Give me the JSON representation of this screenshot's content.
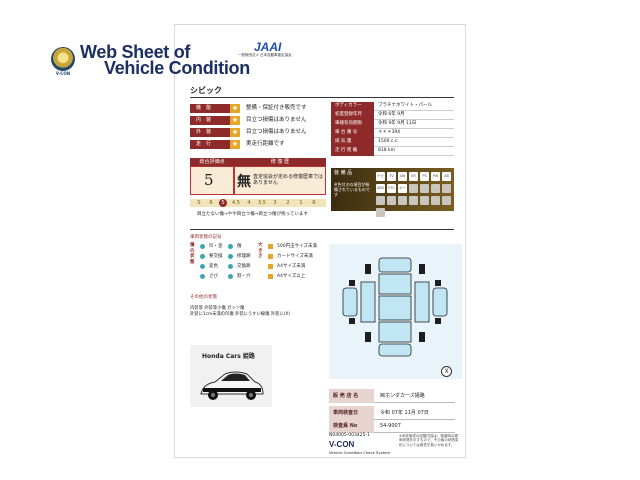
{
  "header": {
    "logo_label": "V-CON",
    "title_line1": "Web Sheet of",
    "title_line2": "Vehicle Condition",
    "org_name": "JAAI",
    "org_subtitle": "一般財団法人 日本自動車査定協会"
  },
  "car_name": "シビック",
  "status_rows": [
    {
      "label": "機　能",
      "text": "整備・保証付き販売です"
    },
    {
      "label": "内　装",
      "text": "目立つ損傷はありません"
    },
    {
      "label": "外　装",
      "text": "目立つ損傷はありません"
    },
    {
      "label": "走　行",
      "text": "実走行距離です"
    }
  ],
  "specs": [
    {
      "label": "ボディカラー",
      "value": "プラチナホワイト・パール"
    },
    {
      "label": "初度登録年月",
      "value": "令和 6年 9月"
    },
    {
      "label": "車検有効期限",
      "value": "令和 9年 9月 11日"
    },
    {
      "label": "車 台 番 号",
      "value": "＊＊＊394"
    },
    {
      "label": "排 気 量",
      "value": "1500 c.c."
    },
    {
      "label": "走 行 距 離",
      "value": "818 km"
    }
  ],
  "score": {
    "head_left": "総合評価点",
    "head_right": "修 復 歴",
    "value": "5",
    "repair": "無",
    "note": "査定協会が定める修復歴車ではありません",
    "scale_left": [
      "S",
      "6"
    ],
    "scale_selected": "5",
    "scale_right": [
      "4.5",
      "4",
      "3.5",
      "3",
      "2",
      "1",
      "R"
    ],
    "scale_note": "目立たない傷→やや目立つ傷→目立つ傷が残っています"
  },
  "equipment": {
    "title": "装 備 品",
    "note": "※色付きの項目が装備されているものです",
    "chips": [
      "ナビ",
      "TV",
      "AW",
      "SR",
      "PS",
      "PW",
      "AB",
      "ABS",
      "ETC",
      "キー",
      "",
      "",
      "",
      "",
      "",
      "",
      "",
      "",
      "",
      "",
      "",
      ""
    ]
  },
  "legend": {
    "title": "車両状態の記号",
    "group1_tag": "傷の状態",
    "group2_tag": "大きさ",
    "items_left": [
      "凹・歪",
      "傷",
      "要交換",
      "修理跡",
      "変色",
      "交換跡",
      "さび",
      "割・穴"
    ],
    "items_right": [
      "500円玉サイズ未満",
      "カードサイズ未満",
      "A4サイズ未満",
      "A4サイズ以上"
    ]
  },
  "other": {
    "title": "その他の状態",
    "line1": "内装等 外装等小傷 ガッツ傷",
    "line2": "外装に1cm未満の凹傷 外装にうすい線傷 外装に(X)"
  },
  "dealer_photo": {
    "label": "Honda Cars 姫路"
  },
  "diagram": {
    "marker": "X"
  },
  "bottom_table": [
    {
      "label": "販 売 店 名",
      "value": "㈱ホンダカーズ姫路"
    },
    {
      "label": "車両検査日",
      "value": "令和 07年 11月 07日"
    },
    {
      "label": "検査員 No",
      "value": "54-9007"
    }
  ],
  "footer": {
    "serial": "N04005-003425-1",
    "vcon": "V-CON",
    "vcon_sub": "Vehicle Condition Check System",
    "disclaimer": "※本評価書の記載内容は、検査時の車両状態を示すもので、その後の状態変化については責任を負いかねます。"
  },
  "colors": {
    "accent": "#8f2a2a",
    "star": "#e4a72b",
    "title": "#1c2f63",
    "diagram_bg": "#e8f3fa"
  }
}
